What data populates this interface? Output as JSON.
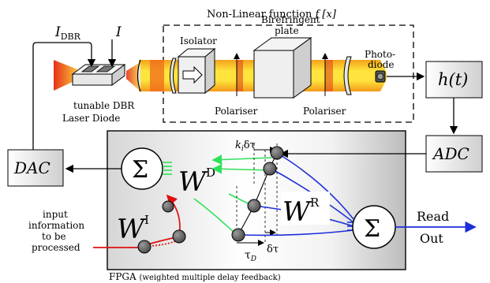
{
  "top_title": "Non-Linear function",
  "top_title_fx": "f [x]",
  "laser": {
    "i_dbr_main": "I",
    "i_dbr_sub": "DBR",
    "i_label": "I",
    "caption_line1": "tunable  DBR",
    "caption_line2": "Laser  Diode"
  },
  "isolator": "Isolator",
  "birefringent_line1": "Birefringent",
  "birefringent_line2": "plate",
  "polariser_1": "Polariser",
  "polariser_2": "Polariser",
  "photodiode_line1": "Photo-",
  "photodiode_line2": "diode",
  "h_block": "h(t)",
  "adc_block": "ADC",
  "dac_block": "DAC",
  "fpga": {
    "label_main": "FPGA",
    "label_sub": "(weighted multiple delay feedback)",
    "sum_symbol": "Σ",
    "w_d_main": "W",
    "w_d_sup": "D",
    "w_i_main": "W",
    "w_i_sup": "I",
    "w_r_main": "W",
    "w_r_sup": "R",
    "ki_dtau": "k",
    "ki_sub": "i",
    "ki_rest": "δτ",
    "dtau": "δτ",
    "tau_d_main": "τ",
    "tau_d_sub": "D"
  },
  "input_label": [
    "input",
    "information",
    "to be",
    "processed"
  ],
  "readout_line1": "Read",
  "readout_line2": "Out",
  "colors": {
    "beam_orange": "#f07a1a",
    "beam_yellow": "#ffe23a",
    "neuron_fill": "#5f5f5f",
    "green": "#2fe05a",
    "blue": "#1d2fd8",
    "red": "#e01010"
  }
}
